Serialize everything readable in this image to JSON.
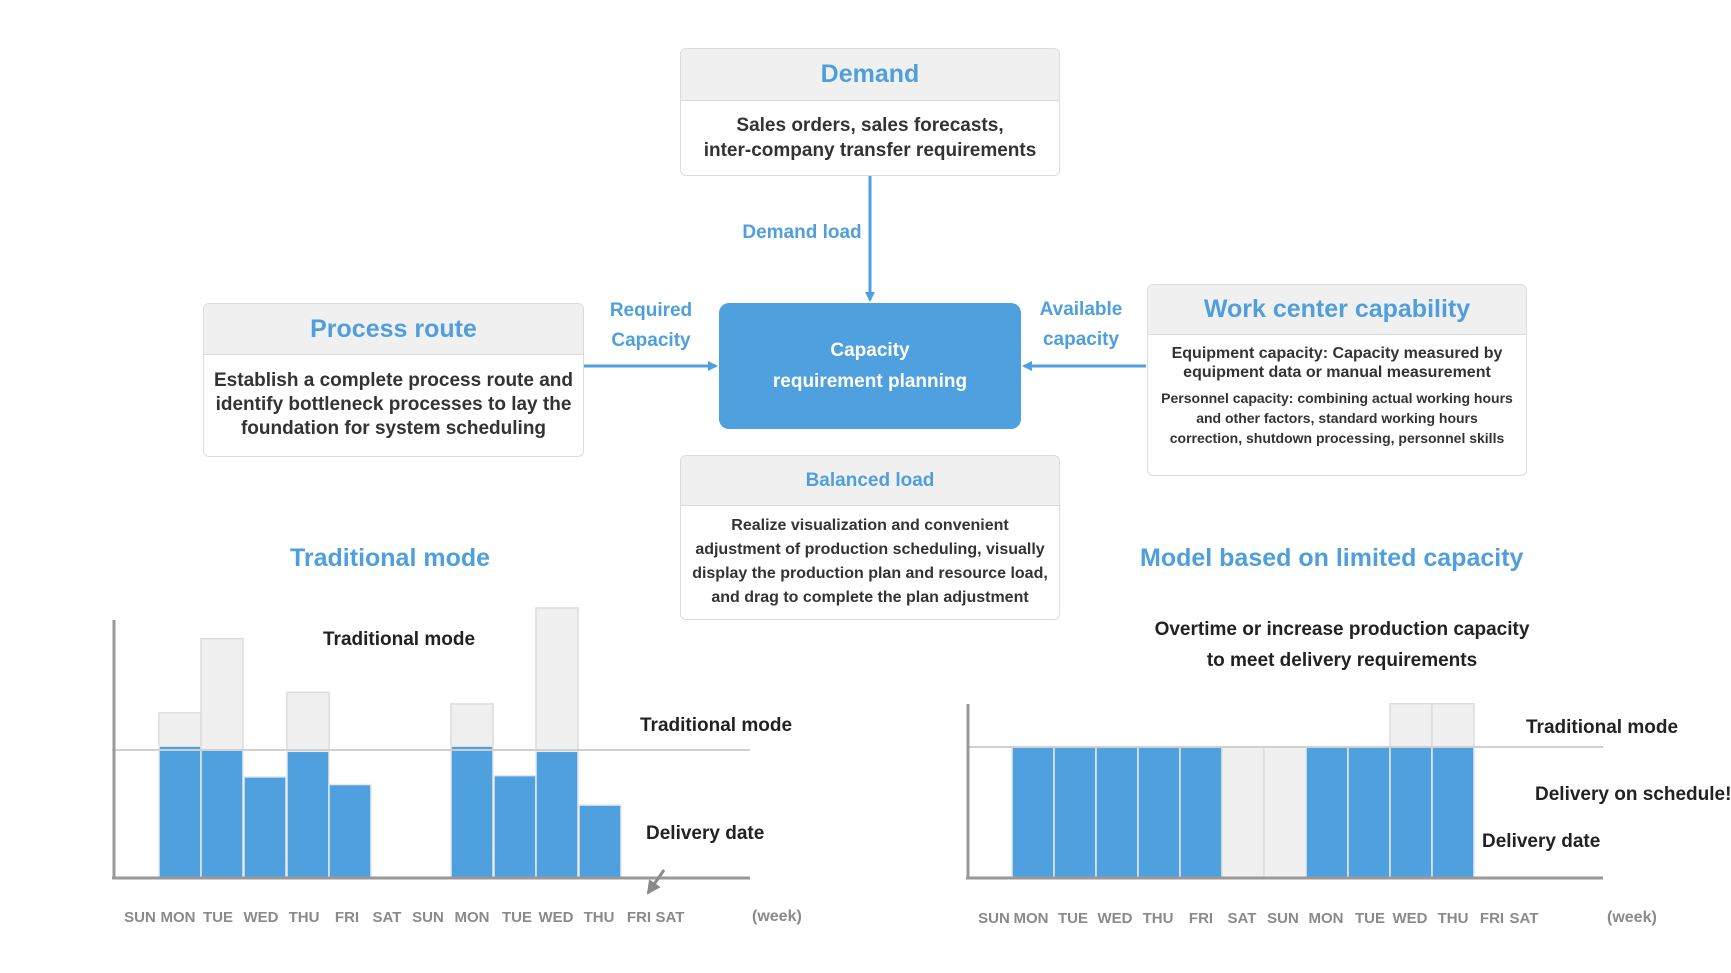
{
  "demand": {
    "title": "Demand",
    "line1": "Sales orders, sales forecasts,",
    "line2": "inter-company transfer requirements"
  },
  "demand_load_label": "Demand load",
  "process_route": {
    "title": "Process route",
    "line1": "Establish a complete process route and",
    "line2": "identify bottleneck processes to lay the",
    "line3": "foundation for system scheduling"
  },
  "required_capacity": {
    "line1": "Required",
    "line2": "Capacity"
  },
  "center": {
    "line1": "Capacity",
    "line2": "requirement planning"
  },
  "available_capacity": {
    "line1": "Available",
    "line2": "capacity"
  },
  "work_center": {
    "title": "Work center capability",
    "equipment_line1": "Equipment capacity: Capacity measured by",
    "equipment_line2": "equipment data or manual measurement",
    "personnel_line1": "Personnel capacity: combining actual working hours",
    "personnel_line2": "and other factors, standard working hours",
    "personnel_line3": "correction, shutdown processing, personnel skills"
  },
  "balanced_load": {
    "title": "Balanced load",
    "line1": "Realize visualization and convenient",
    "line2": "adjustment of production scheduling, visually",
    "line3": "display the production plan and resource load,",
    "line4": "and drag to complete the plan adjustment"
  },
  "left_chart": {
    "title": "Traditional mode",
    "annotation_top": "Traditional mode",
    "annotation_line": "Traditional mode",
    "annotation_delivery": "Delivery date",
    "days": [
      "SUN",
      "MON",
      "TUE",
      "WED",
      "THU",
      "FRI",
      "SAT",
      "SUN",
      "MON",
      "TUE",
      "WED",
      "THU",
      "FRI",
      "SAT"
    ],
    "week_label": "(week)"
  },
  "right_chart": {
    "title": "Model based on limited capacity",
    "overtime_line1": "Overtime or increase production capacity",
    "overtime_line2": "to meet delivery requirements",
    "annotation_line": "Traditional mode",
    "annotation_schedule": "Delivery on schedule!",
    "annotation_delivery": "Delivery date",
    "days": [
      "SUN",
      "MON",
      "TUE",
      "WED",
      "THU",
      "FRI",
      "SAT",
      "SUN",
      "MON",
      "TUE",
      "WED",
      "THU",
      "FRI",
      "SAT"
    ],
    "week_label": "(week)"
  },
  "chart_data": [
    {
      "type": "bar",
      "title": "Traditional mode",
      "categories": [
        "MON",
        "TUE",
        "WED",
        "THU",
        "FRI",
        "MON",
        "TUE",
        "WED",
        "THU"
      ],
      "series": [
        {
          "values": [
            1.03,
            1.0,
            0.79,
            0.99,
            0.73,
            1.03,
            0.8,
            0.99,
            0.57
          ]
        },
        {
          "values": [
            0.26,
            0.87,
            0,
            0.46,
            0,
            0.33,
            0,
            1.12,
            0
          ]
        }
      ]
    },
    {
      "type": "bar",
      "title": "Model based on limited capacity",
      "categories": [
        "MON",
        "TUE",
        "WED",
        "THU",
        "FRI",
        "SAT",
        "SUN",
        "MON",
        "TUE",
        "WED",
        "THU"
      ],
      "series": [
        {
          "values": [
            1,
            1,
            1,
            1,
            1,
            0,
            0,
            1,
            1,
            1,
            1
          ]
        },
        {
          "values": [
            0,
            0,
            0,
            0,
            0,
            1,
            1,
            0,
            0,
            0.33,
            0.33
          ]
        }
      ]
    }
  ],
  "colors": {
    "accent": "#4fa0df",
    "capacity_bar": "#4fa0df",
    "overload_bar": "#f0f0f0",
    "border": "#dcdcdc"
  }
}
